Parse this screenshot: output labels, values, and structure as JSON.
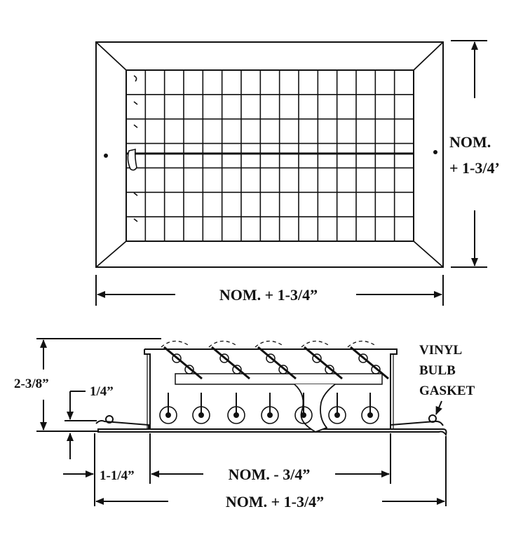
{
  "front_view": {
    "height_label_line1": "NOM.",
    "height_label_line2": "+ 1-3/4’",
    "width_label": "NOM. + 1-3/4”"
  },
  "side_view": {
    "overall_height": "2-3/8”",
    "offset": "1/4”",
    "flange_width": "1-1/4”",
    "inner_width": "NOM. - 3/4”",
    "outer_width": "NOM. + 1-3/4”",
    "gasket_line1": "VINYL",
    "gasket_line2": "BULB",
    "gasket_line3": "GASKET"
  },
  "colors": {
    "ink": "#111111",
    "paper": "#ffffff"
  }
}
